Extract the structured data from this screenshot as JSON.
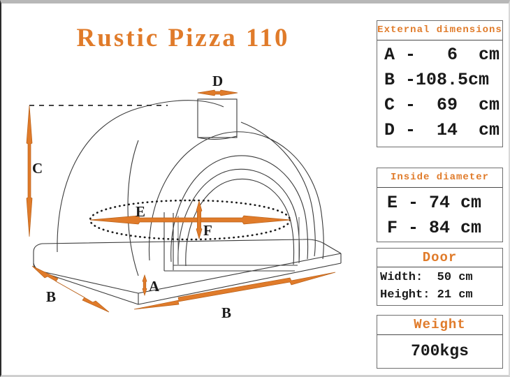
{
  "title": "Rustic Pizza 110",
  "diagram": {
    "labels": {
      "a": "A",
      "b_left": "B",
      "b_right": "B",
      "c": "C",
      "d": "D",
      "e": "E",
      "f": "F"
    }
  },
  "colors": {
    "accent": "#e07b2a",
    "ink": "#1a1a1a",
    "outline": "#3a3a3a",
    "table_border": "#6e6e6e"
  },
  "tables": {
    "external": {
      "header": "External dimensions",
      "rows": [
        "A -   6  cm",
        "B -108.5cm",
        "C -  69  cm",
        "D -  14  cm"
      ]
    },
    "inside": {
      "header": "Inside diameter",
      "rows": [
        "E - 74 cm",
        "F - 84 cm"
      ]
    },
    "door": {
      "header": "Door",
      "rows": [
        "Width:  50 cm",
        "Height: 21 cm"
      ]
    },
    "weight": {
      "header": "Weight",
      "rows": [
        "700kgs"
      ]
    }
  }
}
